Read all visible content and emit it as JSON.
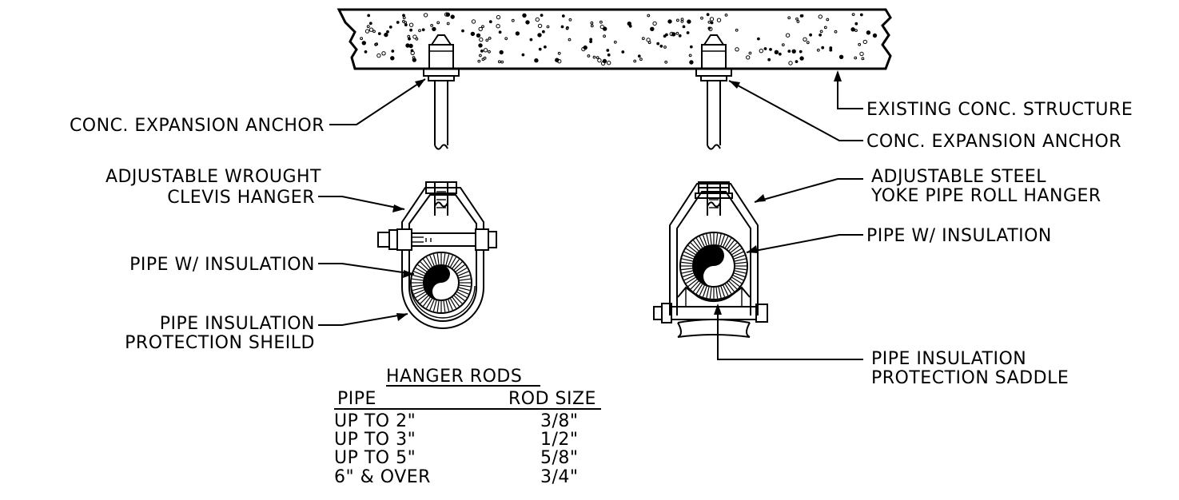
{
  "colors": {
    "ink": "#000000",
    "paper": "#ffffff"
  },
  "labels": {
    "existing_structure": "EXISTING CONC. STRUCTURE",
    "anchor_left": "CONC. EXPANSION ANCHOR",
    "anchor_right": "CONC. EXPANSION ANCHOR",
    "clevis_line1": "ADJUSTABLE WROUGHT",
    "clevis_line2": "CLEVIS HANGER",
    "pipe_left": "PIPE W/ INSULATION",
    "shield_line1": "PIPE INSULATION",
    "shield_line2": "PROTECTION SHEILD",
    "yoke_line1": "ADJUSTABLE STEEL",
    "yoke_line2": "YOKE PIPE ROLL HANGER",
    "pipe_right": "PIPE W/ INSULATION",
    "saddle_line1": "PIPE INSULATION",
    "saddle_line2": "PROTECTION SADDLE"
  },
  "hanger_table": {
    "title": "HANGER RODS",
    "col_pipe": "PIPE",
    "col_rod": "ROD SIZE",
    "rows": [
      {
        "pipe": "UP TO 2\"",
        "rod": "3/8\""
      },
      {
        "pipe": "UP TO 3\"",
        "rod": "1/2\""
      },
      {
        "pipe": "UP TO 5\"",
        "rod": "5/8\""
      },
      {
        "pipe": "6\" & OVER",
        "rod": "3/4\""
      }
    ]
  }
}
